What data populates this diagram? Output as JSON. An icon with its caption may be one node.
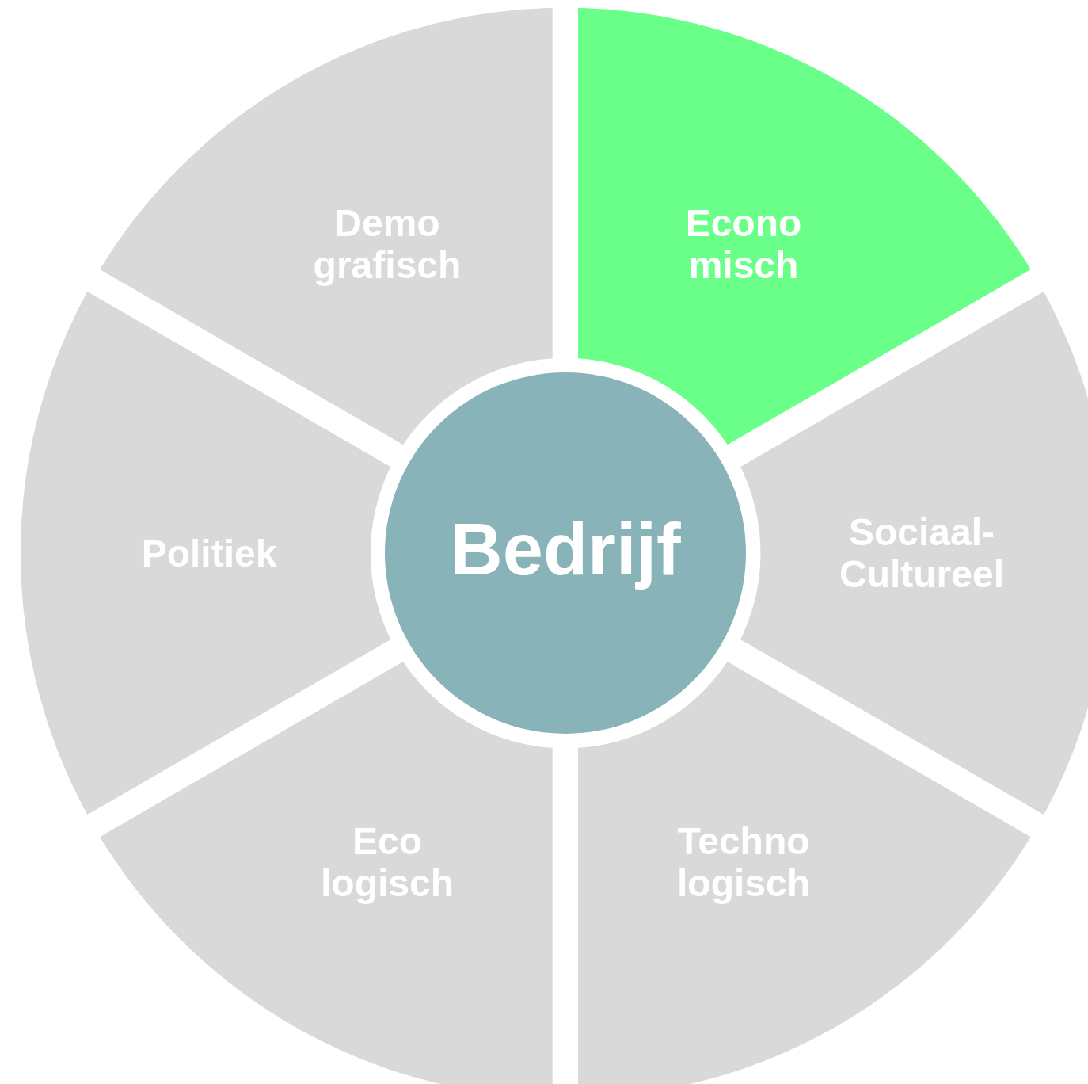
{
  "diagram": {
    "nodes": [
      {
        "text": [
          "Demo grafisch"
        ]
      },
      {
        "text": [
          "Econo misch"
        ]
      },
      {
        "text": [
          "Politiek"
        ]
      },
      {
        "text": [
          "Bedrijf"
        ]
      },
      {
        "text": [
          "Sociaal- Cultureel"
        ]
      },
      {
        "text": [
          "Eco logisch"
        ]
      },
      {
        "text": [
          "Techno logisch"
        ]
      }
    ]
  }
}
